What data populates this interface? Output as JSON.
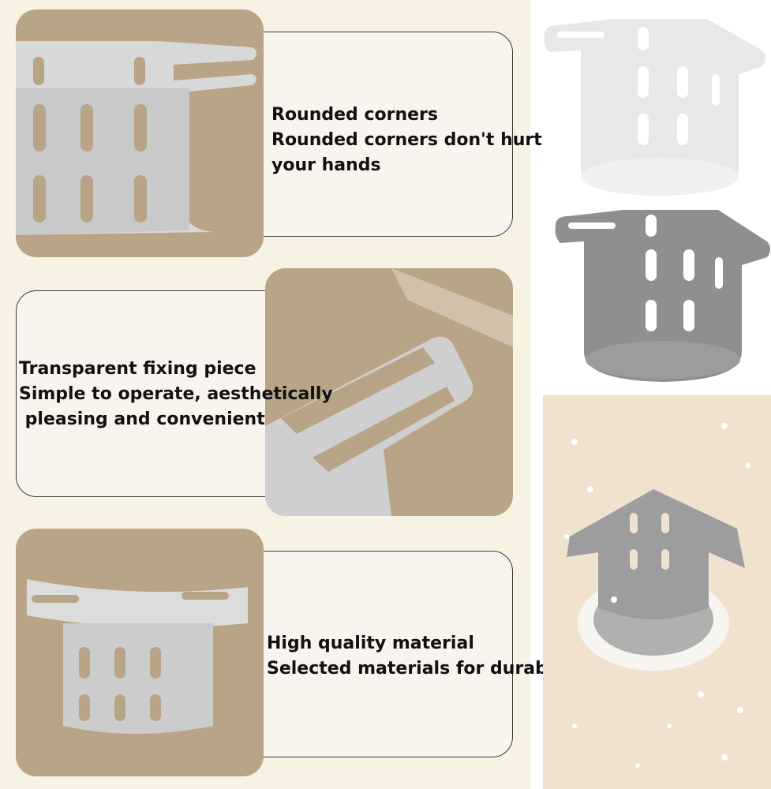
{
  "features": [
    {
      "title": "Rounded corners",
      "line2": "Rounded corners don't hurt",
      "line3": "your hands"
    },
    {
      "title": "Transparent fixing piece",
      "line2": "Simple to operate, aesthetically",
      "line3": " pleasing and convenient"
    },
    {
      "title": "High quality material",
      "line2": "Selected materials for durability"
    }
  ],
  "colors": {
    "panel_bg": "#f8f2e4",
    "tan": "#b8a486",
    "product_white": "#e8e8e6",
    "product_gray": "#8f8f8f",
    "scene_bg": "#efe3d0"
  }
}
